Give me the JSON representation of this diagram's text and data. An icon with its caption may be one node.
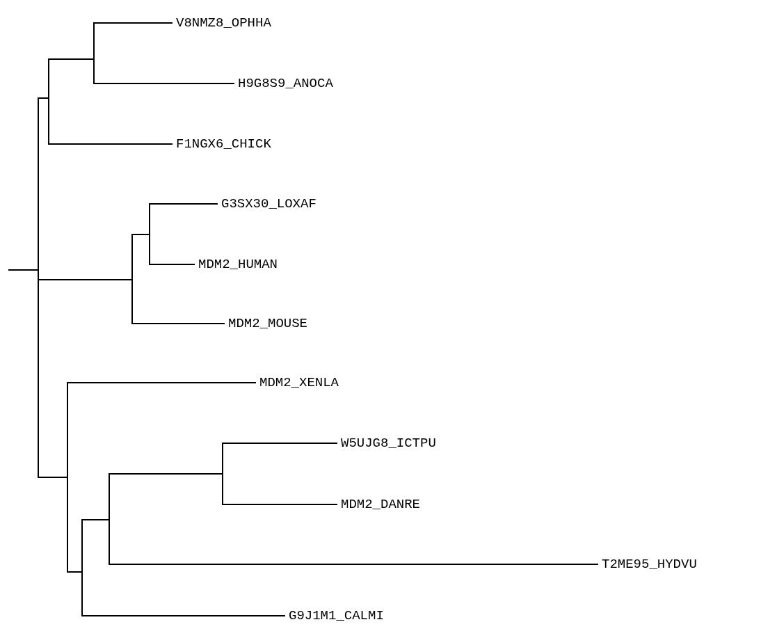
{
  "diagram": {
    "nodes": [
      {
        "text": [],
        "shape": "bar"
      },
      {
        "text": [],
        "shape": "bar"
      },
      {
        "text": [],
        "shape": "bar"
      },
      {
        "text": [
          "V8NMZ8_OPHHA"
        ]
      },
      {
        "text": [
          "H9G8S9_ANOCA"
        ]
      },
      {
        "text": [
          "F1NGX6_CHICK"
        ]
      },
      {
        "text": [],
        "shape": "bar"
      },
      {
        "text": [],
        "shape": "bar"
      },
      {
        "text": [
          "G3SX30_LOXAF"
        ]
      },
      {
        "text": [
          "MDM2_HUMAN"
        ]
      },
      {
        "text": [
          "MDM2_MOUSE"
        ]
      },
      {
        "text": [],
        "shape": "bar"
      },
      {
        "text": [
          "MDM2_XENLA"
        ]
      },
      {
        "text": [],
        "shape": "bar"
      },
      {
        "text": [],
        "shape": "bar"
      },
      {
        "text": [],
        "shape": "bar"
      },
      {
        "text": [
          "W5UJG8_ICTPU"
        ]
      },
      {
        "text": [
          "MDM2_DANRE"
        ]
      },
      {
        "text": [
          "T2ME95_HYDVU"
        ]
      },
      {
        "text": [
          "G9J1M1_CALMI"
        ]
      }
    ],
    "edges": [
      {
        "from": null,
        "to": 0,
        "arrow": "none"
      },
      {
        "from": 0,
        "to": 1,
        "arrow": "none"
      },
      {
        "from": 0,
        "to": 6,
        "arrow": "none"
      },
      {
        "from": 0,
        "to": 11,
        "arrow": "none"
      },
      {
        "from": 1,
        "to": 2,
        "arrow": "none"
      },
      {
        "from": 1,
        "to": 5,
        "arrow": "none"
      },
      {
        "from": 2,
        "to": 3,
        "arrow": "none"
      },
      {
        "from": 2,
        "to": 4,
        "arrow": "none"
      },
      {
        "from": 6,
        "to": 7,
        "arrow": "none"
      },
      {
        "from": 6,
        "to": 10,
        "arrow": "none"
      },
      {
        "from": 7,
        "to": 8,
        "arrow": "none"
      },
      {
        "from": 7,
        "to": 9,
        "arrow": "none"
      },
      {
        "from": 11,
        "to": 12,
        "arrow": "none"
      },
      {
        "from": 11,
        "to": 13,
        "arrow": "none"
      },
      {
        "from": 13,
        "to": 14,
        "arrow": "none"
      },
      {
        "from": 13,
        "to": 19,
        "arrow": "none"
      },
      {
        "from": 14,
        "to": 15,
        "arrow": "none"
      },
      {
        "from": 14,
        "to": 18,
        "arrow": "none"
      },
      {
        "from": 15,
        "to": 16,
        "arrow": "none"
      },
      {
        "from": 15,
        "to": 17,
        "arrow": "none"
      }
    ]
  }
}
